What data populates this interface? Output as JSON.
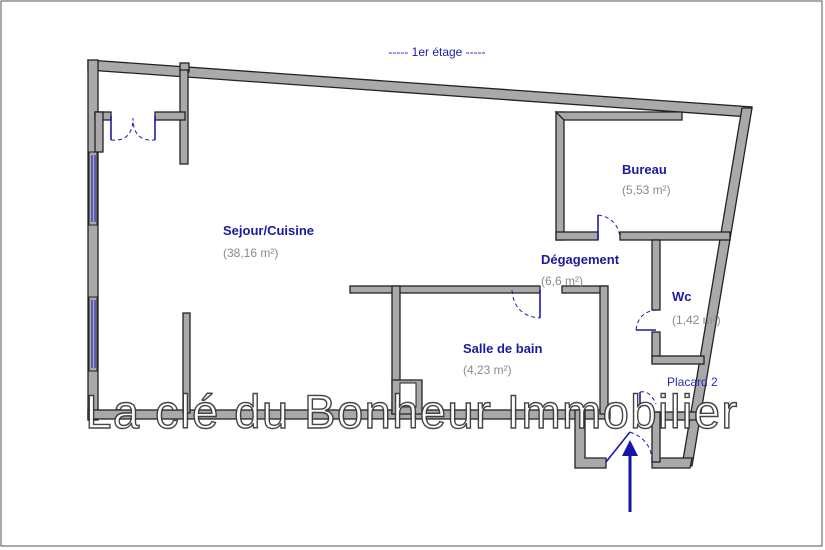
{
  "floor_label": "----- 1er étage -----",
  "rooms": [
    {
      "name": "Sejour/Cuisine",
      "area": "(38,16 m²)"
    },
    {
      "name": "Bureau",
      "area": "(5,53 m²)"
    },
    {
      "name": "Dégagement",
      "area": "(6,6 m²)"
    },
    {
      "name": "Wc",
      "area": "(1,42 m²)"
    },
    {
      "name": "Salle de bain",
      "area": "(4,23 m²)"
    }
  ],
  "cupboard": "Placard 2",
  "watermark": "La clé du Bonheur Immobilier",
  "colors": {
    "label": "#1a1a9e",
    "wall_fill": "#a9a9a9",
    "area_text": "#8a8a8a",
    "entry_arrow": "#1515a8"
  }
}
